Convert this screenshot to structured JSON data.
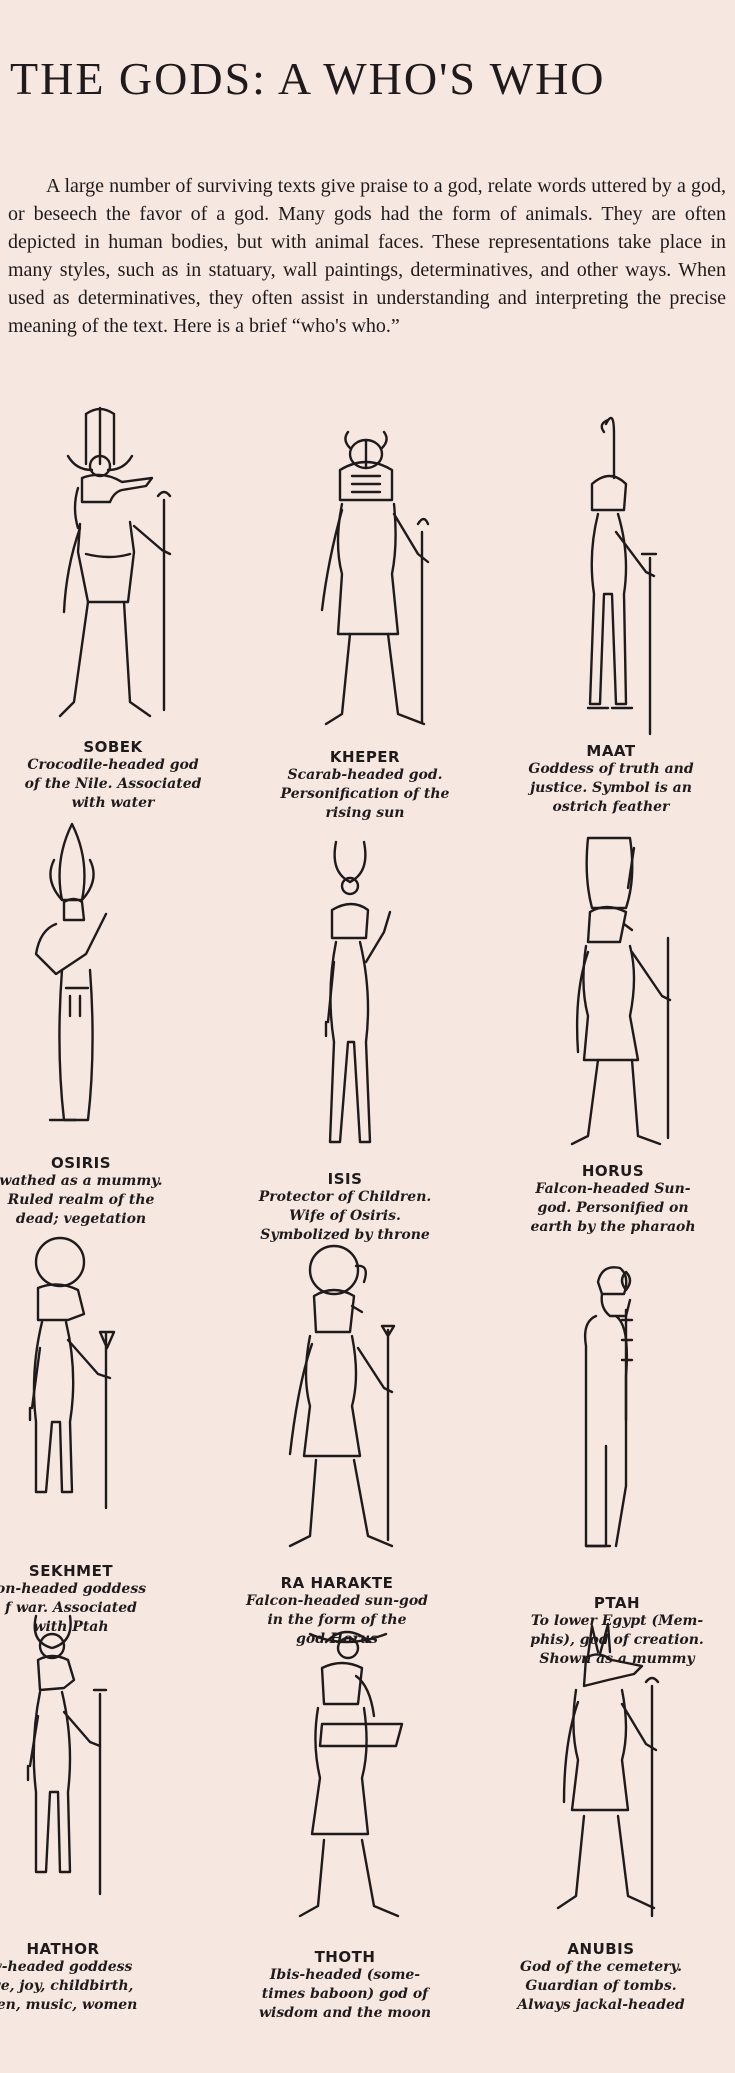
{
  "title": "THE GODS: A WHO'S WHO",
  "intro": "A large number of surviving texts give praise to a god, relate words uttered by a god, or beseech the favor of a god. Many gods had the form of animals. They are often depicted in human bodies, but with animal faces. These representations take place in many styles, such as in statuary, wall paintings, determinatives, and other ways. When used as determinatives, they often assist in understanding and interpreting the precise meaning of the text. Here is a brief “who's who.”",
  "gods": [
    {
      "name": "SOBEK",
      "desc": "Crocodile-headed god\nof the Nile. Associated\nwith water",
      "head": "crocodile-head"
    },
    {
      "name": "KHEPER",
      "desc": "Scarab-headed god.\nPersonification of the\nrising sun",
      "head": "scarab-head"
    },
    {
      "name": "MAAT",
      "desc": "Goddess of truth and\njustice. Symbol is an\nostrich feather",
      "head": "feather-crown"
    },
    {
      "name": "OSIRIS",
      "desc": "wathed as a mummy.\nRuled realm of the\ndead; vegetation",
      "head": "atef-crown"
    },
    {
      "name": "ISIS",
      "desc": "Protector of Children.\nWife of Osiris.\nSymbolized by throne",
      "head": "horned-sun-crown"
    },
    {
      "name": "HORUS",
      "desc": "Falcon-headed Sun-\ngod. Personified on\nearth by the pharaoh",
      "head": "falcon-head"
    },
    {
      "name": "SEKHMET",
      "desc": "on-headed goddess\nf war. Associated\nwith Ptah",
      "head": "lioness-head"
    },
    {
      "name": "RA HARAKTE",
      "desc": "Falcon-headed sun-god\nin the form of the\ngod Horus",
      "head": "sun-disk-falcon-head"
    },
    {
      "name": "PTAH",
      "desc": "To lower Egypt (Mem-\nphis), god of creation.\nShown as a mummy",
      "head": "skullcap-head"
    },
    {
      "name": "HATHOR",
      "desc": "v-headed goddess\nve, joy, childbirth,\nven, music, women",
      "head": "cow-head"
    },
    {
      "name": "THOTH",
      "desc": "Ibis-headed (some-\ntimes baboon) god of\nwisdom and the moon",
      "head": "ibis-head"
    },
    {
      "name": "ANUBIS",
      "desc": "God of the cemetery.\nGuardian of tombs.\nAlways jackal-headed",
      "head": "jackal-head"
    }
  ]
}
